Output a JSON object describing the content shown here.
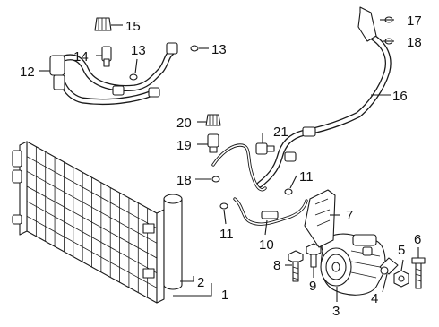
{
  "diagram": {
    "callouts": {
      "c1": "1",
      "c2": "2",
      "c3": "3",
      "c4": "4",
      "c5": "5",
      "c6": "6",
      "c7": "7",
      "c8": "8",
      "c9": "9",
      "c10": "10",
      "c11a": "11",
      "c11b": "11",
      "c12": "12",
      "c13a": "13",
      "c13b": "13",
      "c14": "14",
      "c15": "15",
      "c16": "16",
      "c17": "17",
      "c18a": "18",
      "c18b": "18",
      "c19": "19",
      "c20": "20",
      "c21": "21"
    }
  }
}
